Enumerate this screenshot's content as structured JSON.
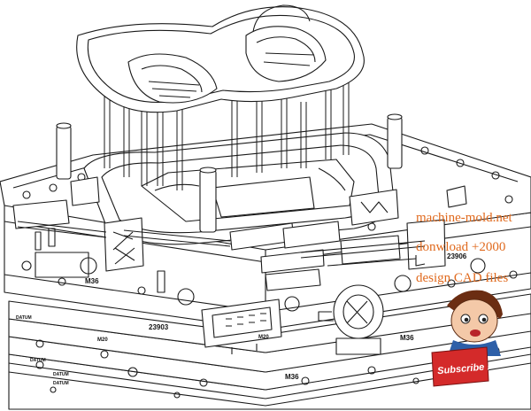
{
  "drawing": {
    "labels": {
      "part_23903": "23903",
      "part_23906": "23906",
      "m36": "M36",
      "m20": "M20",
      "datum": "DATUM"
    }
  },
  "watermark": {
    "site": "machine-mold.net",
    "line2": "donwload +2000",
    "line3": "design CAD files"
  },
  "mascot": {
    "subscribe_label": "Subscribe !",
    "accent_color": "#d42a2a"
  },
  "colors": {
    "line": "#1a1a1a",
    "watermark": "#e06a1e"
  }
}
